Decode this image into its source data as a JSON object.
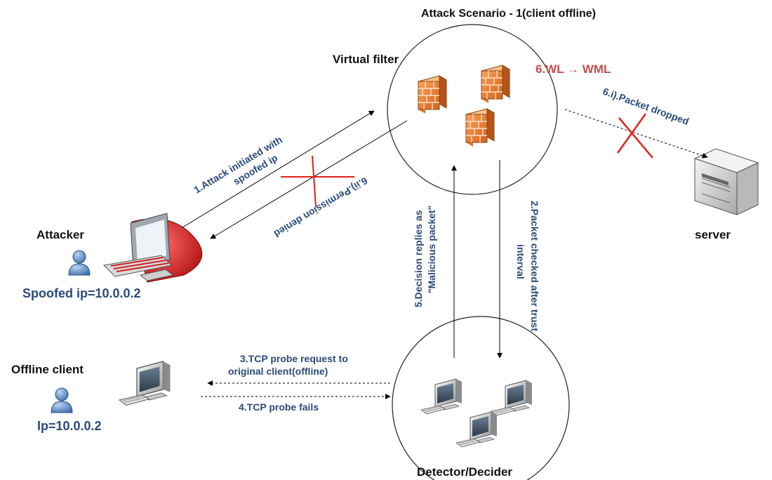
{
  "title": "Attack Scenario - 1(client offline)",
  "nodes": {
    "virtual_filter": "Virtual filter",
    "attacker": "Attacker",
    "attacker_ip": "Spoofed ip=10.0.0.2",
    "server": "server",
    "offline_client": "Offline client",
    "offline_client_ip": "Ip=10.0.0.2",
    "detector": "Detector/Decider"
  },
  "edges": {
    "step1_line1": "1.Attack initiated with",
    "step1_line2": "spoofed ip",
    "step2_line1": "2.Packet checked after trust",
    "step2_line2": "interval",
    "step3_line1": "3.TCP probe request to",
    "step3_line2": "original client(offline)",
    "step4": "4.TCP probe fails",
    "step5_line1": "5.Decision replies as",
    "step5_line2": "\"Malicious packet\"",
    "step6": "6.WL → WML",
    "step6_i": "6.i).Packet dropped",
    "step6_ii": "6.ii).Permission denied"
  },
  "colors": {
    "label_blue": "#2b4a7a",
    "transition_red": "#c0504d",
    "cross_red": "#e0201a",
    "firewall_orange": "#e8742c",
    "attacker_screen_red": "#d81e1e",
    "user_blue": "#5b8cc8"
  },
  "icons": [
    "firewall-icon",
    "user-icon",
    "computer-icon",
    "server-icon",
    "cross-mark-icon"
  ]
}
